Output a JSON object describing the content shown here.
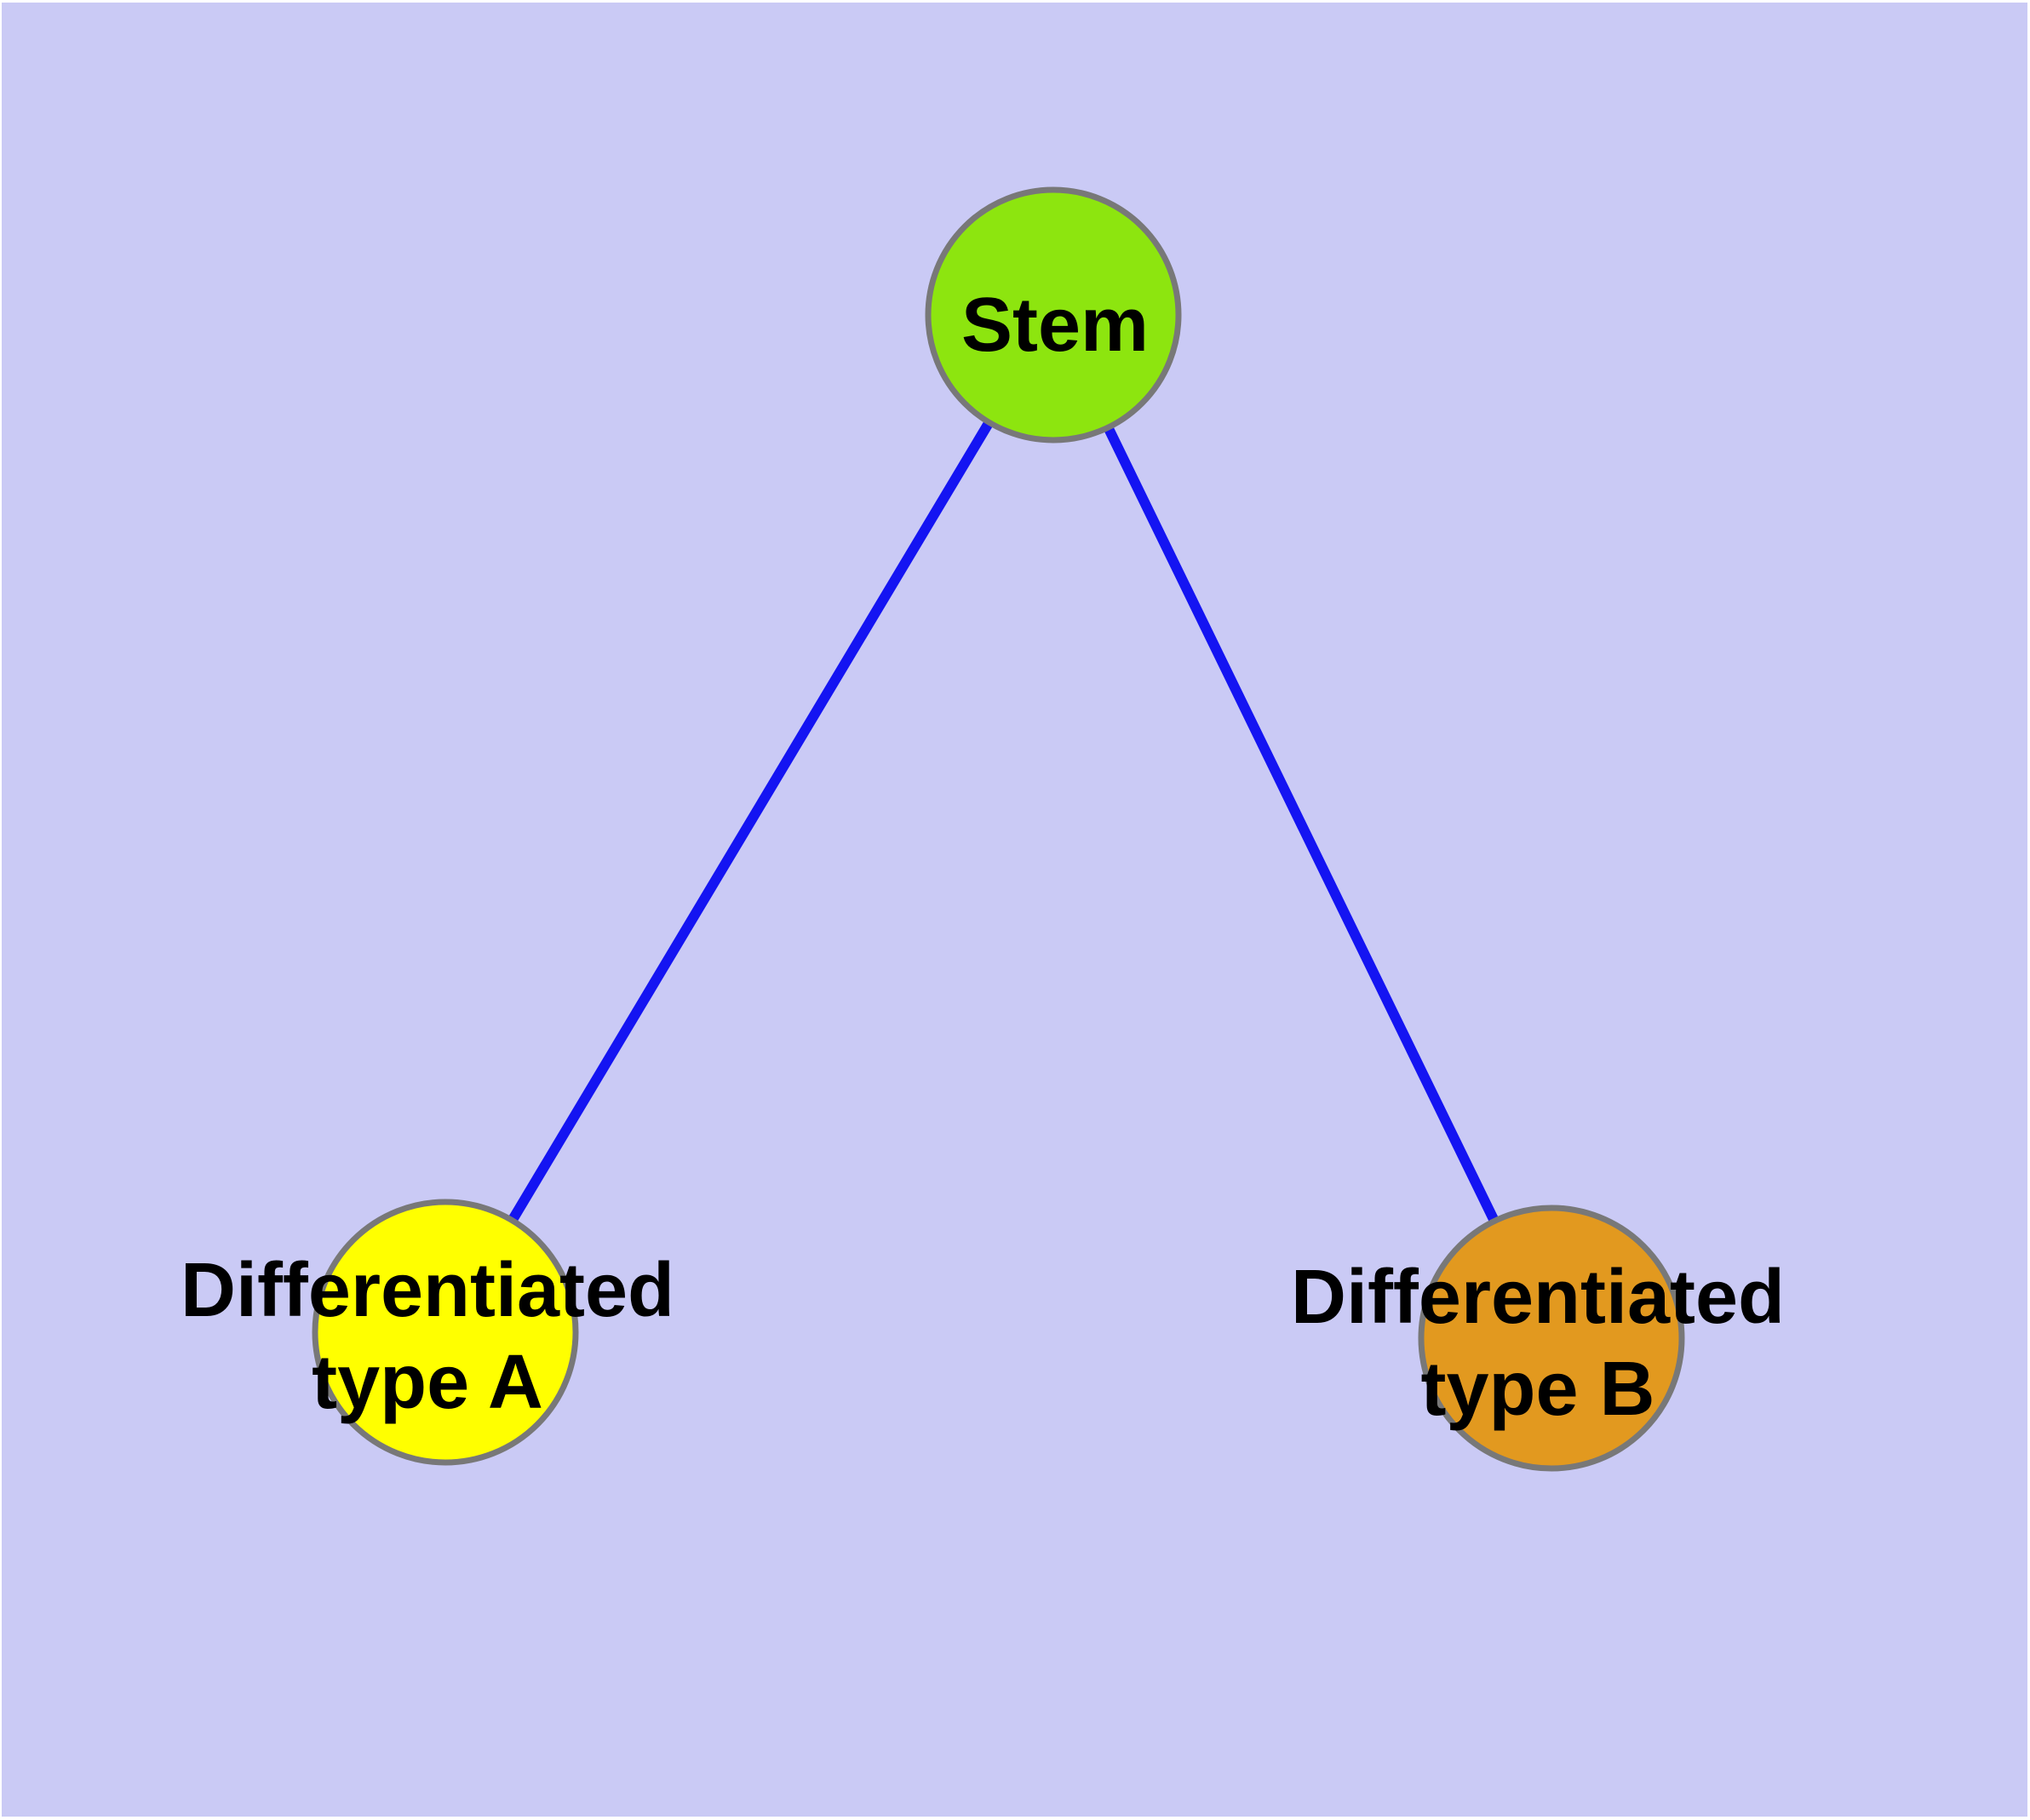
{
  "diagram": {
    "type": "node-link-graph",
    "description": "Stem cell differentiation diagram with one parent node and two child nodes",
    "colors": {
      "background": "#cacaf5",
      "page_margin": "#ffffff",
      "edge": "#1414f2",
      "node_border": "#787878",
      "label_text": "#000000"
    },
    "nodes": [
      {
        "id": "stem",
        "label": "Stem",
        "fill": "#8de50f"
      },
      {
        "id": "differentiated-type-a",
        "label": "Differentiated type A",
        "label_line1": "Differentiated",
        "label_line2": "type A",
        "fill": "#ffff00"
      },
      {
        "id": "differentiated-type-b",
        "label": "Differentiated type B",
        "label_line1": "Differentiated",
        "label_line2": "type B",
        "fill": "#e2991f"
      }
    ],
    "edges": [
      {
        "from": "Stem",
        "to": "Differentiated type A"
      },
      {
        "from": "Stem",
        "to": "Differentiated type B"
      }
    ]
  }
}
